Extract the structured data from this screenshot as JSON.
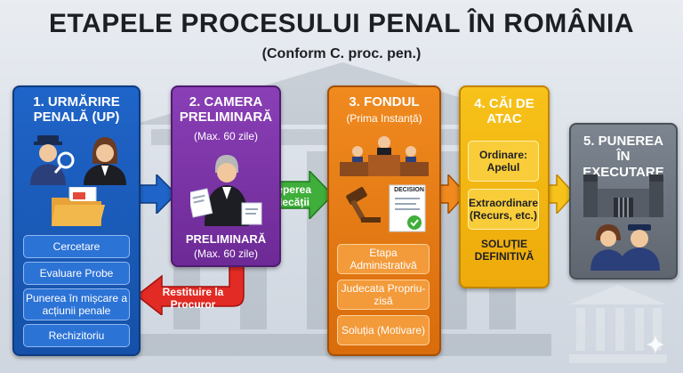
{
  "title": "ETAPELE PROCESULUI PENAL ÎN ROMÂNIA",
  "subtitle": "(Conform C. proc. pen.)",
  "stages": [
    {
      "head": "1. URMĂRIRE PENALĂ (UP)",
      "items": [
        "Cercetare",
        "Evaluare Probe",
        "Punerea în mișcare a acțiunii penale",
        "Rechizitoriu"
      ]
    },
    {
      "head": "2. CAMERA PRELIMINARĂ",
      "sub": "(Max. 60 zile)",
      "foot_head": "PRELIMINARĂ",
      "foot_sub": "(Max. 60 zile)"
    },
    {
      "head": "3. FONDUL",
      "sub": "(Prima Instanță)",
      "doc_label": "DECISION",
      "items": [
        "Etapa Administrativă",
        "Judecata Propriu-zisă",
        "Soluția (Motivare)"
      ]
    },
    {
      "head": "4. CĂI DE ATAC",
      "items": [
        "Ordinare: Apelul",
        "Extraordinare (Recurs, etc.)"
      ],
      "footer": "SOLUȚIE DEFINITIVĂ"
    },
    {
      "head": "5. PUNEREA ÎN EXECUTARE"
    }
  ],
  "arrows": {
    "to_trial": "Începerea Judecății",
    "restitution": "Restituire la Procuror"
  },
  "colors": {
    "stage1": "#1f64c8",
    "stage2": "#8a3fb6",
    "stage3": "#f08a1f",
    "stage4": "#f7c21a",
    "stage5": "#7d8590",
    "green_arrow": "#3fae3a",
    "red_arrow": "#e22b24"
  }
}
